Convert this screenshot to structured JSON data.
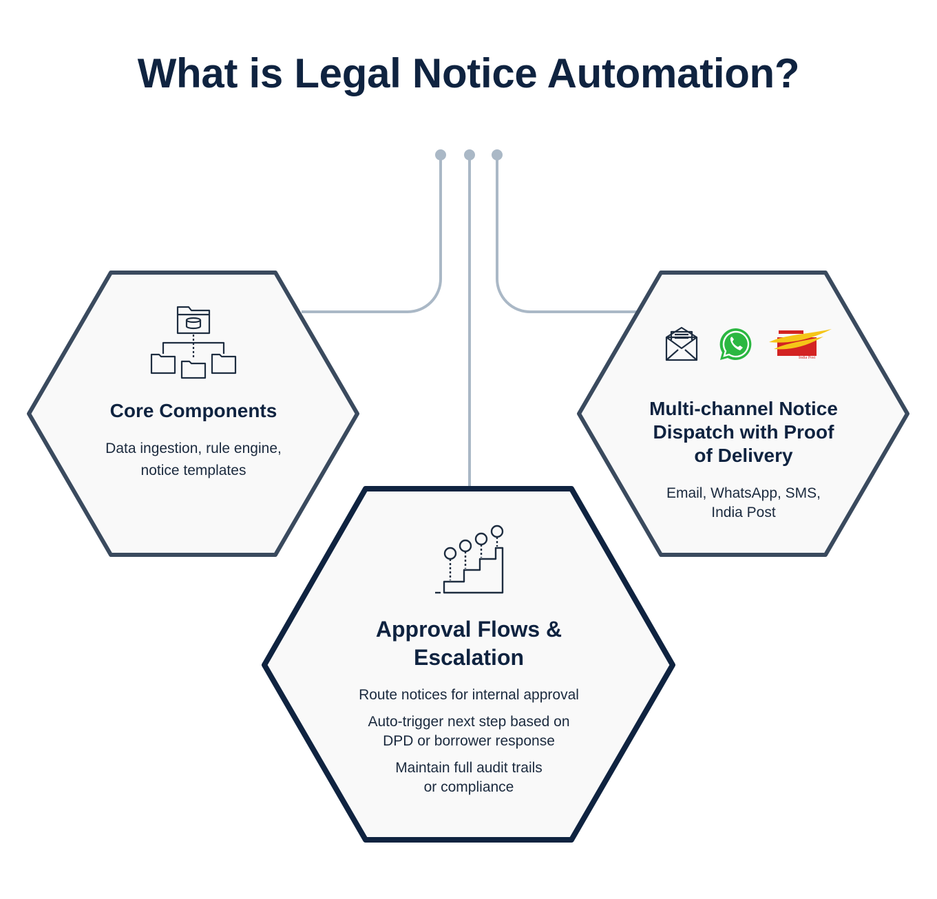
{
  "title": "What is Legal Notice Automation?",
  "colors": {
    "title": "#0f2340",
    "connector": "#aab8c6",
    "hex_border_side": "#3a4a5e",
    "hex_border_center": "#0f2340",
    "hex_fill": "#f9f9f9",
    "icon_stroke": "#1e2d40",
    "whatsapp_green": "#2bb741",
    "india_post_red": "#d32322",
    "india_post_yellow": "#f5c518"
  },
  "nodes": {
    "core": {
      "title": "Core Components",
      "description_lines": [
        "Data ingestion, rule engine,",
        "notice templates"
      ],
      "icon": "folder-hierarchy-icon"
    },
    "approval": {
      "title_lines": [
        "Approval Flows &",
        "Escalation"
      ],
      "bullets": [
        [
          "Route notices for internal approval"
        ],
        [
          "Auto-trigger next step based on",
          "DPD or borrower response"
        ],
        [
          "Maintain full audit trails",
          "or compliance"
        ]
      ],
      "icon": "step-progress-icon"
    },
    "dispatch": {
      "title_lines": [
        "Multi-channel Notice",
        "Dispatch with Proof",
        "of Delivery"
      ],
      "description_lines": [
        "Email, WhatsApp, SMS,",
        "India Post"
      ],
      "icons": [
        "email-icon",
        "whatsapp-icon",
        "india-post-logo"
      ],
      "logo_text": "India Post"
    }
  }
}
